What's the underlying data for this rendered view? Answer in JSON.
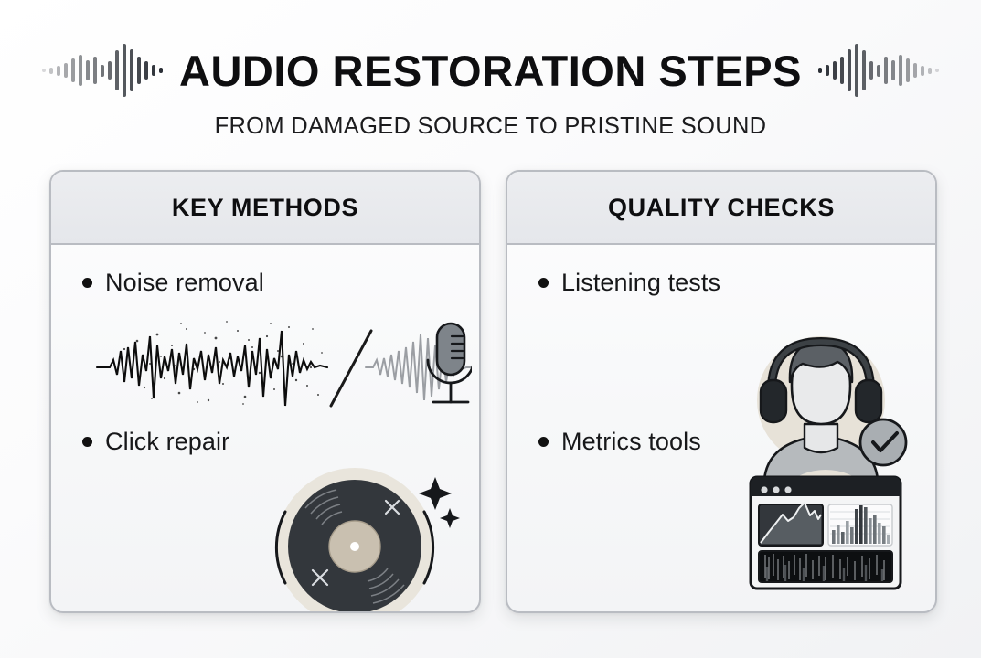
{
  "header": {
    "title": "AUDIO RESTORATION STEPS",
    "subtitle": "FROM DAMAGED SOURCE TO PRISTINE SOUND",
    "left_wave_icon": "audio-waveform-icon",
    "right_wave_icon": "audio-waveform-icon",
    "left_wave_bars": [
      4,
      7,
      11,
      16,
      26,
      34,
      22,
      30,
      13,
      20,
      44,
      58,
      46,
      30,
      20,
      12,
      6
    ],
    "right_wave_bars": [
      6,
      12,
      20,
      30,
      46,
      58,
      44,
      20,
      13,
      30,
      22,
      34,
      26,
      16,
      11,
      7,
      4
    ]
  },
  "cards": [
    {
      "id": "key-methods",
      "title": "KEY METHODS",
      "items": [
        {
          "label": "Noise removal",
          "illustration": "noise-removal-waveform-illustration",
          "parts": [
            "noisy-waveform",
            "speckle-noise",
            "diagonal-divider",
            "clean-waveform",
            "microphone-icon"
          ]
        },
        {
          "label": "Click repair",
          "illustration": "vinyl-record-illustration",
          "parts": [
            "vinyl-disc",
            "record-label",
            "center-hole",
            "groove-arcs",
            "scratch-sparkles",
            "beige-backdrop"
          ]
        }
      ]
    },
    {
      "id": "quality-checks",
      "title": "QUALITY CHECKS",
      "items": [
        {
          "label": "Listening tests",
          "illustration": "listener-with-headphones-illustration",
          "parts": [
            "person-avatar",
            "headphones",
            "check-badge",
            "beige-backdrop"
          ]
        },
        {
          "label": "Metrics tools",
          "illustration": "metrics-window-illustration",
          "parts": [
            "window-titlebar",
            "area-chart-panel",
            "bar-chart-panel",
            "spectrogram-strip",
            "beige-backdrop"
          ]
        }
      ]
    }
  ],
  "chart_data": [
    {
      "type": "area",
      "name": "metrics-area-chart",
      "x": [
        0,
        1,
        2,
        3,
        4,
        5,
        6,
        7,
        8,
        9,
        10,
        11,
        12
      ],
      "values": [
        10,
        22,
        40,
        58,
        44,
        52,
        72,
        86,
        60,
        68,
        50,
        58,
        28
      ],
      "title": "",
      "xlabel": "",
      "ylabel": "",
      "ylim": [
        0,
        100
      ],
      "grid": false
    },
    {
      "type": "bar",
      "name": "metrics-bar-chart",
      "categories": [
        "1",
        "2",
        "3",
        "4",
        "5",
        "6",
        "7",
        "8",
        "9",
        "10",
        "11",
        "12",
        "13"
      ],
      "values": [
        34,
        48,
        30,
        56,
        40,
        86,
        96,
        90,
        62,
        70,
        52,
        44,
        22
      ],
      "title": "",
      "xlabel": "",
      "ylabel": "",
      "ylim": [
        0,
        100
      ],
      "grid": true
    }
  ],
  "colors": {
    "ink": "#111111",
    "card_border": "#b9bcc2",
    "card_header_bg": "#e8eaed",
    "vinyl_disc": "#33373c",
    "vinyl_label": "#c9c0b0",
    "beige_backdrop": "#e6e1d6",
    "gray_mid": "#9aa0a6",
    "clean_wave": "#9b9ea3",
    "window_dark": "#1d2024"
  }
}
